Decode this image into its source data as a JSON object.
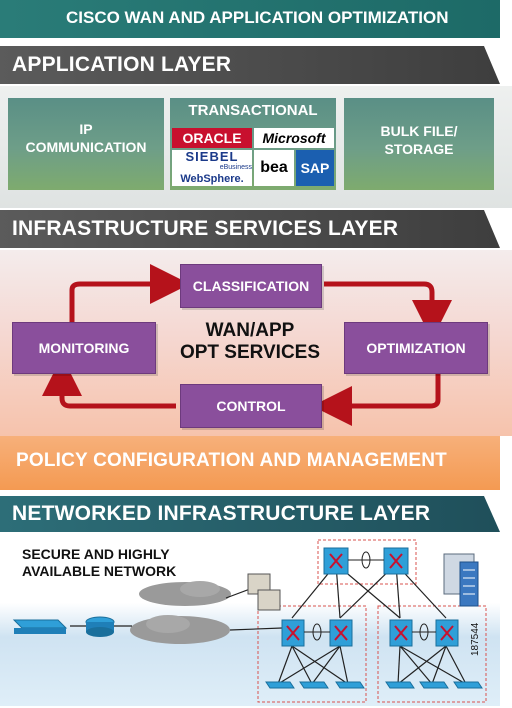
{
  "header": {
    "title": "CISCO WAN AND APPLICATION OPTIMIZATION"
  },
  "application_layer": {
    "title": "APPLICATION LAYER",
    "boxes": [
      {
        "label_lines": [
          "IP",
          "COMMUNICATION"
        ]
      },
      {
        "label": "TRANSACTIONAL",
        "logos": [
          "ORACLE",
          "Microsoft",
          "SIEBEL",
          "eBusiness",
          "bea",
          "SAP",
          "WebSphere."
        ]
      },
      {
        "label_lines": [
          "BULK FILE/",
          "STORAGE"
        ]
      }
    ]
  },
  "infrastructure_layer": {
    "title": "INFRASTRUCTURE SERVICES LAYER",
    "center_lines": [
      "WAN/APP",
      "OPT SERVICES"
    ],
    "services": {
      "classification": "CLASSIFICATION",
      "optimization": "OPTIMIZATION",
      "control": "CONTROL",
      "monitoring": "MONITORING"
    },
    "arrow_color": "#b5121b"
  },
  "policy": {
    "title": "POLICY CONFIGURATION AND MANAGEMENT"
  },
  "networked_layer": {
    "title": "NETWORKED INFRASTRUCTURE LAYER",
    "caption_lines": [
      "SECURE AND HIGHLY",
      "AVAILABLE NETWORK"
    ]
  },
  "figure_id": "187544",
  "colors": {
    "header_bg": "#1f6f6c",
    "band_dark": "#4a4a4a",
    "box_purple": "#8a4f9c",
    "box_green": "#6e9e88",
    "policy_orange": "#f7a360"
  }
}
